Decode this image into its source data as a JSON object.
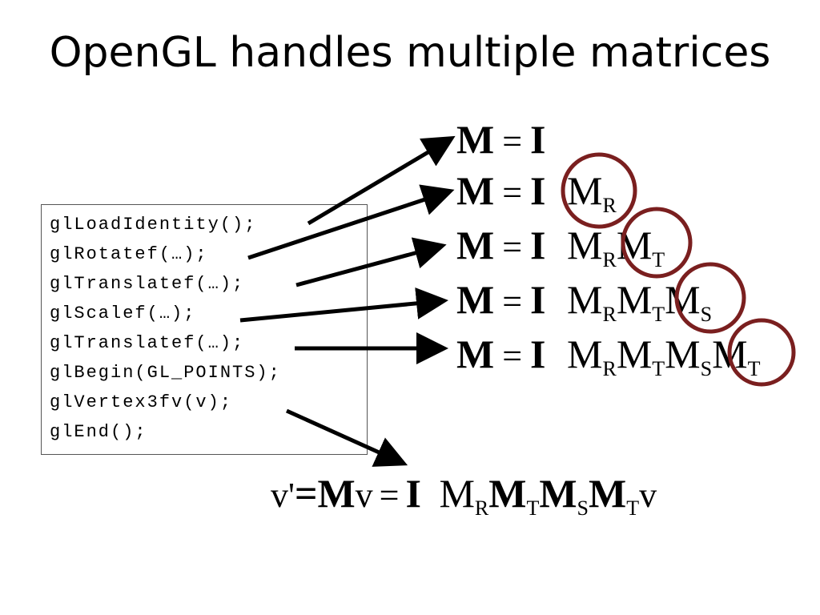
{
  "title": "OpenGL handles multiple matrices",
  "code": [
    "glLoadIdentity();",
    "glRotatef(…);",
    "glTranslatef(…);",
    "glScalef(…);",
    "glTranslatef(…);",
    "glBegin(GL_POINTS);",
    "glVertex3fv(v);",
    "glEnd();"
  ],
  "equations": {
    "lhs": "M",
    "eq": "=",
    "identity": "I",
    "m": "M",
    "sub_r": "R",
    "sub_t": "T",
    "sub_s": "S"
  },
  "final_equation": {
    "v_prime": "v'",
    "assign": "=",
    "m": "M",
    "v": "v",
    "eq": "=",
    "identity": "I",
    "sub_r": "R",
    "sub_t": "T",
    "sub_s": "S"
  },
  "colors": {
    "circle": "#7a1f1f",
    "arrow": "#000000"
  }
}
